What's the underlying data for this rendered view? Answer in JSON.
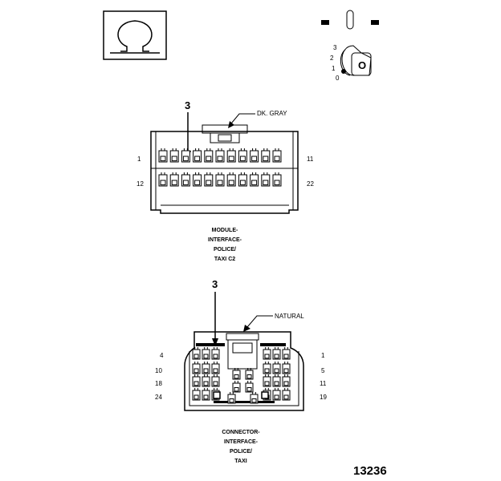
{
  "icon": {
    "name": "ohm-symbol-icon"
  },
  "key_switch": {
    "positions": [
      "3",
      "2",
      "1",
      "0"
    ],
    "key_glyph": "O"
  },
  "module_connector": {
    "pin_ref": "3",
    "color_label": "DK. GRAY",
    "pin_labels": {
      "top_left": "1",
      "top_right": "11",
      "bottom_left": "12",
      "bottom_right": "22"
    },
    "caption": [
      "MODULE-",
      "INTERFACE-",
      "POLICE/",
      "TAXI C2"
    ]
  },
  "harness_connector": {
    "pin_ref": "3",
    "color_label": "NATURAL",
    "pin_labels": {
      "row1_left": "4",
      "row1_right": "1",
      "row2_left": "10",
      "row2_right": "5",
      "row3_left": "18",
      "row3_right": "11",
      "row4_left": "24",
      "row4_right": "19"
    },
    "caption": [
      "CONNECTOR-",
      "INTERFACE-",
      "POLICE/",
      "TAXI"
    ]
  },
  "figure_number": "13236"
}
